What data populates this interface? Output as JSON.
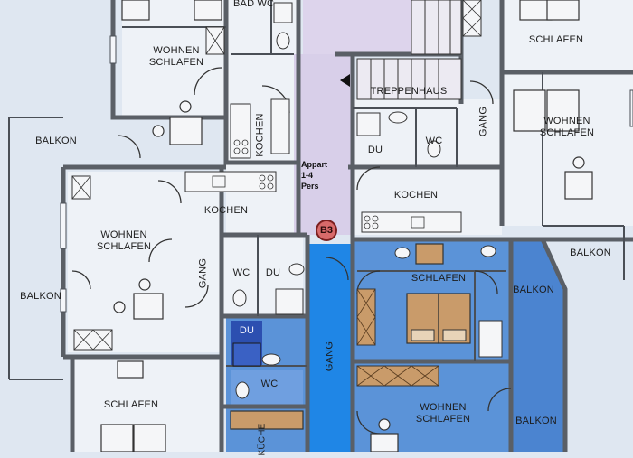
{
  "labels": {
    "bad_wc": "BAD\nWC",
    "schlafen_top_right": "SCHLAFEN",
    "wohnen_schlafen_top_left": "WOHNEN\nSCHLAFEN",
    "treppenhaus": "TREPPENHAUS",
    "balkon_left_top": "BALKON",
    "kochen_vertical_top": "KOCHEN",
    "du_mid": "DU",
    "wc_mid": "WC",
    "gang_right_vertical": "GANG",
    "wohnen_schlafen_right": "WOHNEN\nSCHLAFEN",
    "appart": "Appart\n1-4\nPers",
    "kochen_mid": "KOCHEN",
    "kochen_left": "KOCHEN",
    "wohnen_schlafen_left": "WOHNEN\nSCHLAFEN",
    "b3": "B3",
    "balkon_right_mid": "BALKON",
    "wc_left": "WC",
    "du_left": "DU",
    "gang_left_vertical": "GANG",
    "schlafen_blue": "SCHLAFEN",
    "balkon_blue_top": "BALKON",
    "balkon_left_bottom": "BALKON",
    "du_blue": "DU",
    "gang_blue_vertical": "GANG",
    "wc_blue": "WC",
    "schlafen_bottom_left": "SCHLAFEN",
    "wohnen_schlafen_blue": "WOHNEN\nSCHLAFEN",
    "balkon_blue_bottom": "BALKON",
    "kochen_blue_vertical": "KÜCHE"
  },
  "colors": {
    "background": "#dfe7f1",
    "wall": "#5a5f66",
    "apartment_blue": "#5b93d8",
    "gang_blue": "#1f86e6",
    "dark_blue": "#2c4fb0",
    "stair_purple": "#d8cfe9",
    "furniture_wood": "#c99b6a",
    "badge_red": "#d86a6a"
  }
}
